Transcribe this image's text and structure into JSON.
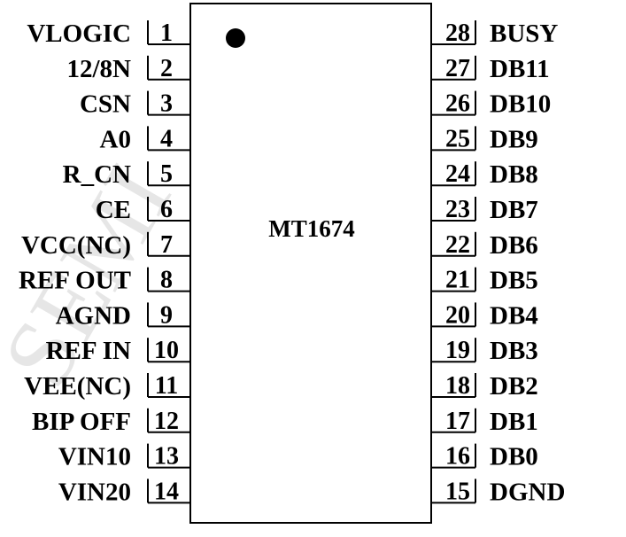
{
  "chip": {
    "name": "MT1674",
    "watermark": "SEMI"
  },
  "left_pins": [
    {
      "num": "1",
      "name": "VLOGIC"
    },
    {
      "num": "2",
      "name": "12/8N"
    },
    {
      "num": "3",
      "name": "CSN"
    },
    {
      "num": "4",
      "name": "A0"
    },
    {
      "num": "5",
      "name": "R_CN"
    },
    {
      "num": "6",
      "name": "CE"
    },
    {
      "num": "7",
      "name": "VCC(NC)"
    },
    {
      "num": "8",
      "name": "REF OUT"
    },
    {
      "num": "9",
      "name": "AGND"
    },
    {
      "num": "10",
      "name": "REF IN"
    },
    {
      "num": "11",
      "name": "VEE(NC)"
    },
    {
      "num": "12",
      "name": "BIP OFF"
    },
    {
      "num": "13",
      "name": "VIN10"
    },
    {
      "num": "14",
      "name": "VIN20"
    }
  ],
  "right_pins": [
    {
      "num": "28",
      "name": "BUSY"
    },
    {
      "num": "27",
      "name": "DB11"
    },
    {
      "num": "26",
      "name": "DB10"
    },
    {
      "num": "25",
      "name": "DB9"
    },
    {
      "num": "24",
      "name": "DB8"
    },
    {
      "num": "23",
      "name": "DB7"
    },
    {
      "num": "22",
      "name": "DB6"
    },
    {
      "num": "21",
      "name": "DB5"
    },
    {
      "num": "20",
      "name": "DB4"
    },
    {
      "num": "19",
      "name": "DB3"
    },
    {
      "num": "18",
      "name": "DB2"
    },
    {
      "num": "17",
      "name": "DB1"
    },
    {
      "num": "16",
      "name": "DB0"
    },
    {
      "num": "15",
      "name": "DGND"
    }
  ]
}
